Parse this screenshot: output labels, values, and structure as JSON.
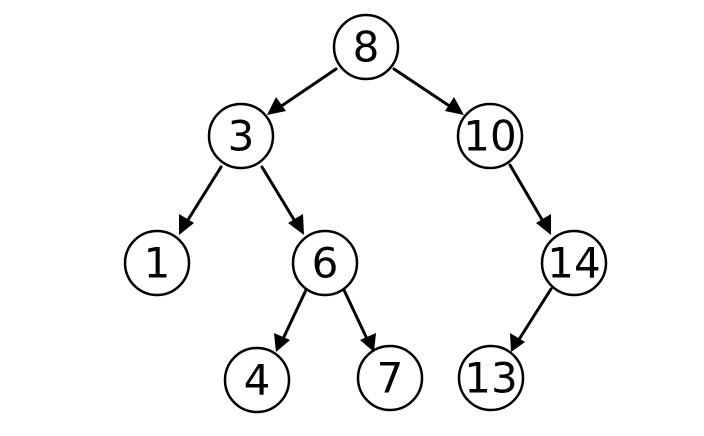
{
  "diagram": {
    "type": "binary-search-tree",
    "nodes": [
      {
        "id": "n8",
        "label": "8"
      },
      {
        "id": "n3",
        "label": "3"
      },
      {
        "id": "n10",
        "label": "10"
      },
      {
        "id": "n1",
        "label": "1"
      },
      {
        "id": "n6",
        "label": "6"
      },
      {
        "id": "n14",
        "label": "14"
      },
      {
        "id": "n4",
        "label": "4"
      },
      {
        "id": "n7",
        "label": "7"
      },
      {
        "id": "n13",
        "label": "13"
      }
    ],
    "edges": [
      {
        "from": "n8",
        "to": "n3"
      },
      {
        "from": "n8",
        "to": "n10"
      },
      {
        "from": "n3",
        "to": "n1"
      },
      {
        "from": "n3",
        "to": "n6"
      },
      {
        "from": "n10",
        "to": "n14"
      },
      {
        "from": "n6",
        "to": "n4"
      },
      {
        "from": "n6",
        "to": "n7"
      },
      {
        "from": "n14",
        "to": "n13"
      }
    ],
    "colors": {
      "stroke": "#000000",
      "fill": "#ffffff",
      "background": "#ffffff"
    }
  }
}
